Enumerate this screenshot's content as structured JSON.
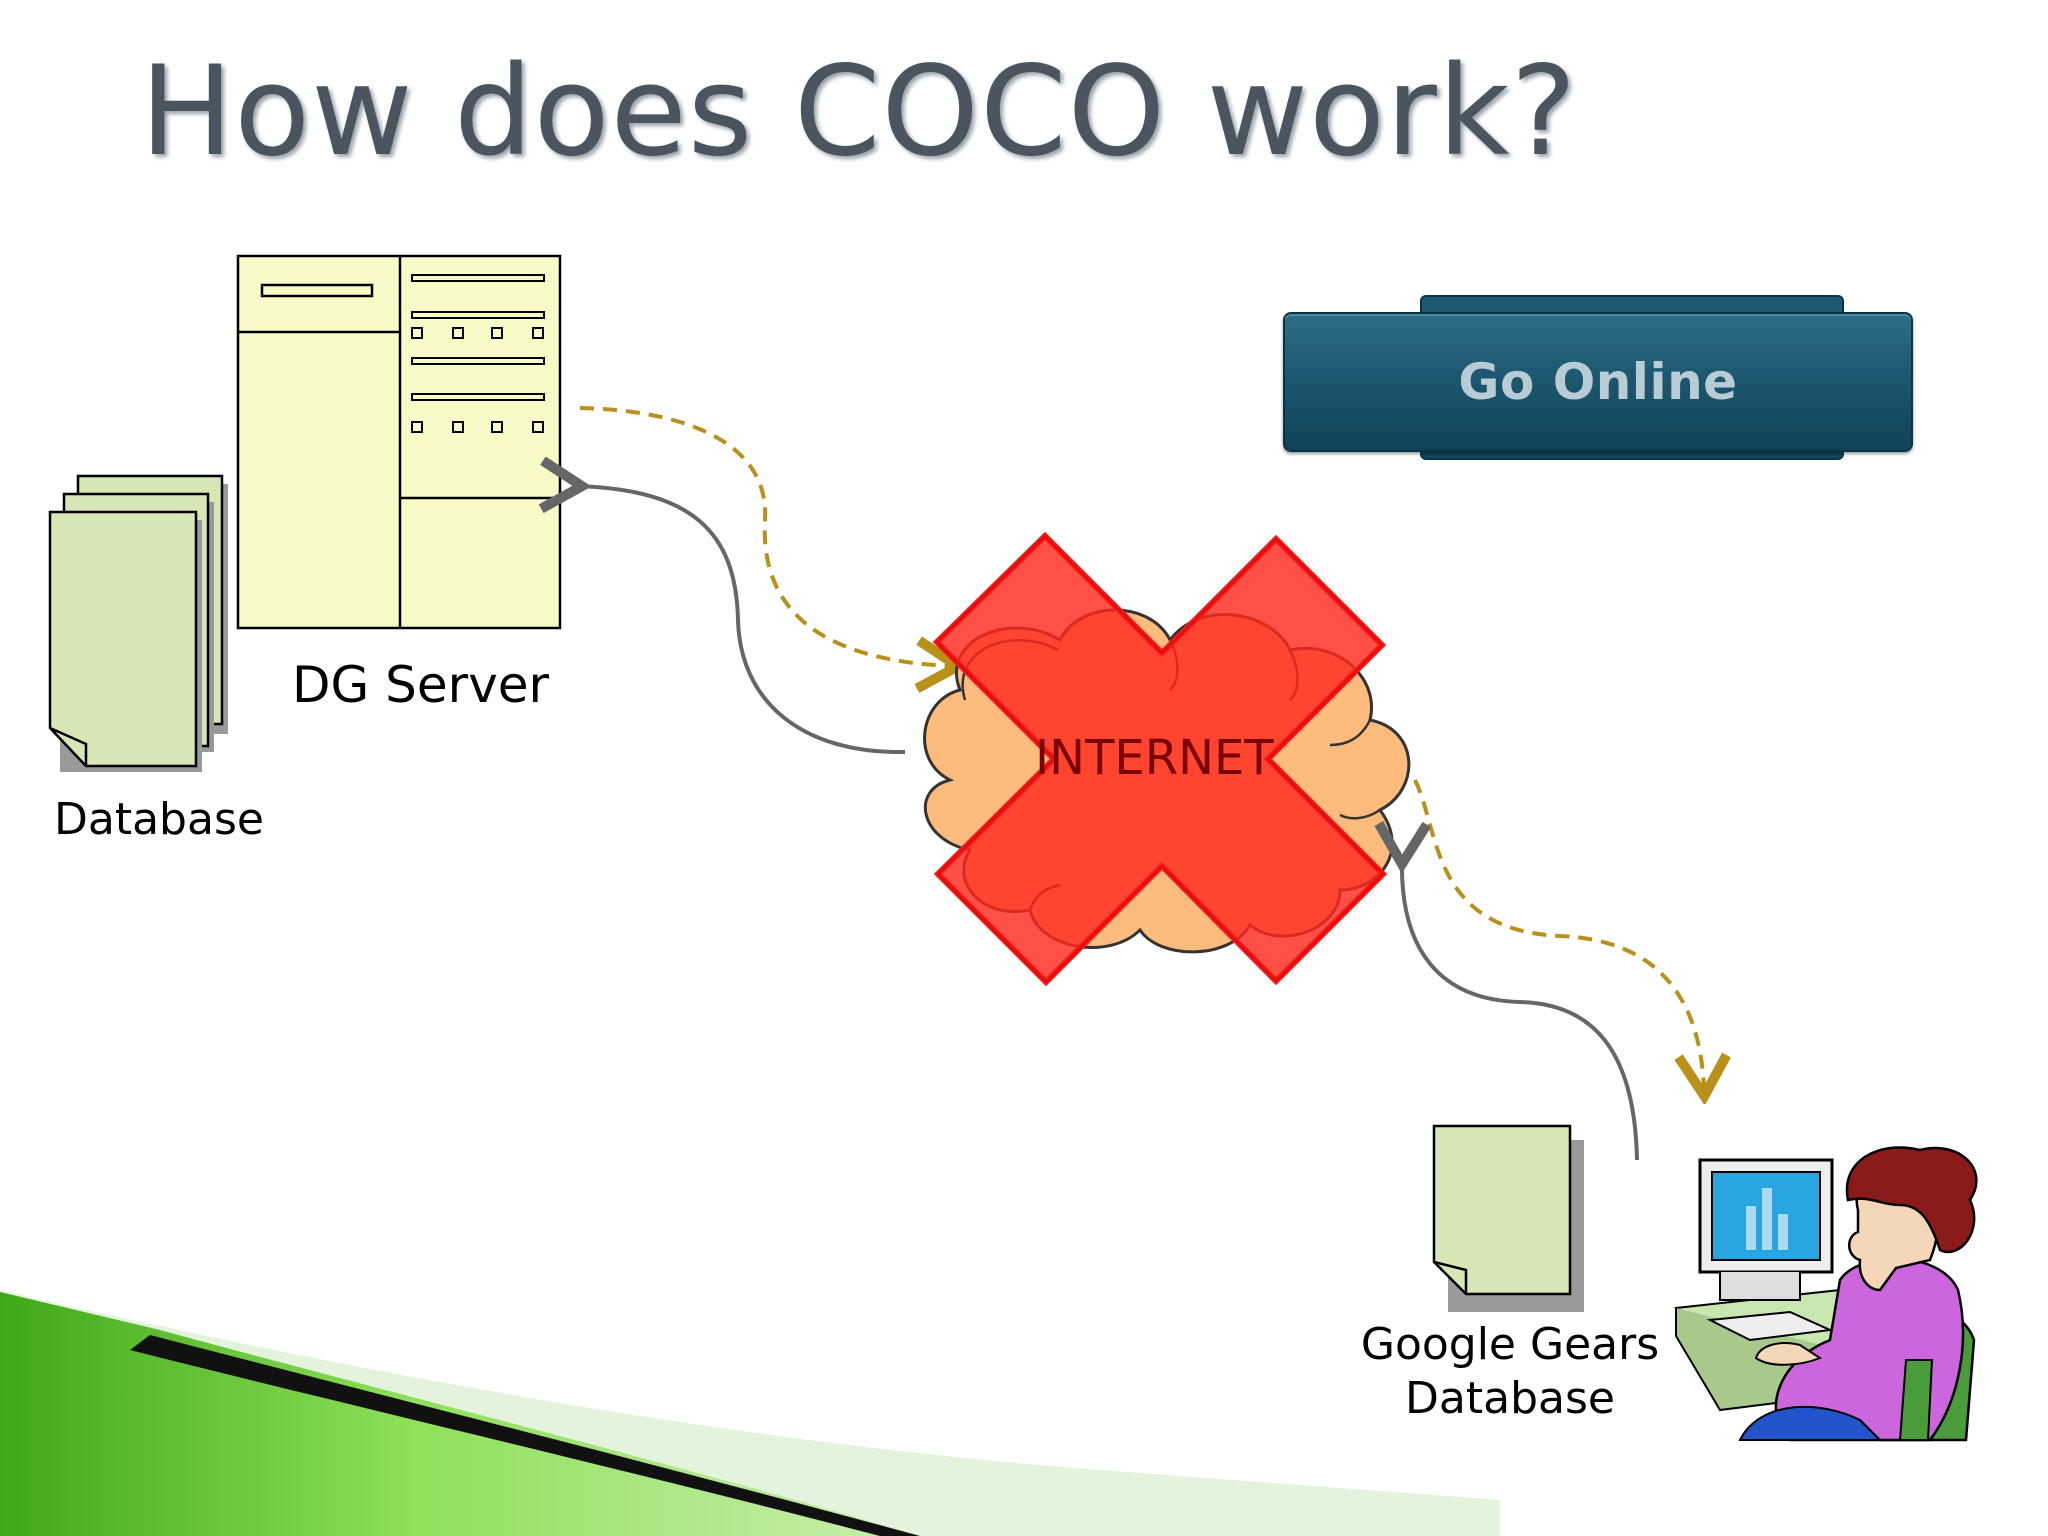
{
  "slide": {
    "title": "How does COCO work?"
  },
  "diagram": {
    "server_label": "DG Server",
    "database_label": "Database",
    "internet_label": "INTERNET",
    "client_db_label_line1": "Google Gears",
    "client_db_label_line2": "Database"
  },
  "button": {
    "label": "Go Online"
  },
  "colors": {
    "title": "#4a5560",
    "server_fill": "#fafac8",
    "database_fill": "#d6e6b4",
    "cloud_fill": "#fdbb7e",
    "cross_fill": "#ff3b30",
    "dashed_arrow": "#b8901a",
    "solid_arrow": "#666666",
    "button_bg": "#1d5870",
    "button_text": "#b9ccd6",
    "accent_green": "#5ec62a"
  },
  "icons": {
    "server": "server-icon",
    "database": "database-stack-icon",
    "cloud": "internet-cloud-icon",
    "cross": "red-x-icon",
    "user": "person-at-computer-icon"
  }
}
